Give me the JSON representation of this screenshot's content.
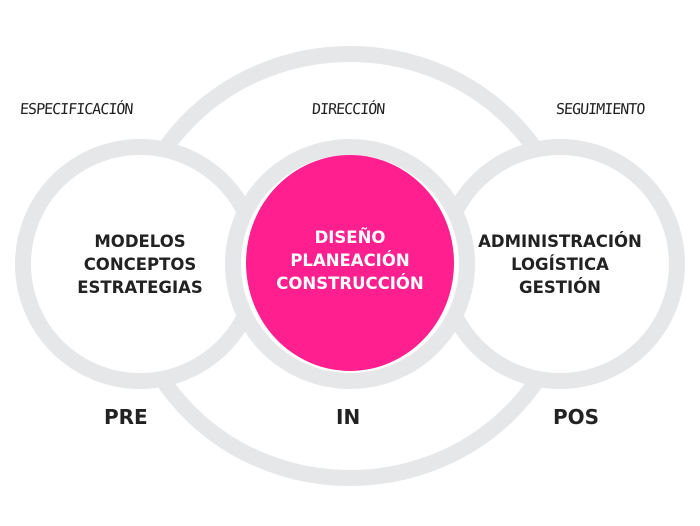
{
  "colors": {
    "ring": "#e6e7e8",
    "accent": "#ff1f8e",
    "text": "#222222",
    "accent_text": "#ffffff"
  },
  "top_labels": [
    "ESPECIFICACIÓN",
    "DIRECCIÓN",
    "SEGUIMIENTO"
  ],
  "left_circle": [
    "MODELOS",
    "CONCEPTOS",
    "ESTRATEGIAS"
  ],
  "center_circle": [
    "DISEÑO",
    "PLANEACIÓN",
    "CONSTRUCCIÓN"
  ],
  "right_circle": [
    "ADMINISTRACIÓN",
    "LOGÍSTICA",
    "GESTIÓN"
  ],
  "phases": [
    "PRE",
    "IN",
    "POS"
  ]
}
